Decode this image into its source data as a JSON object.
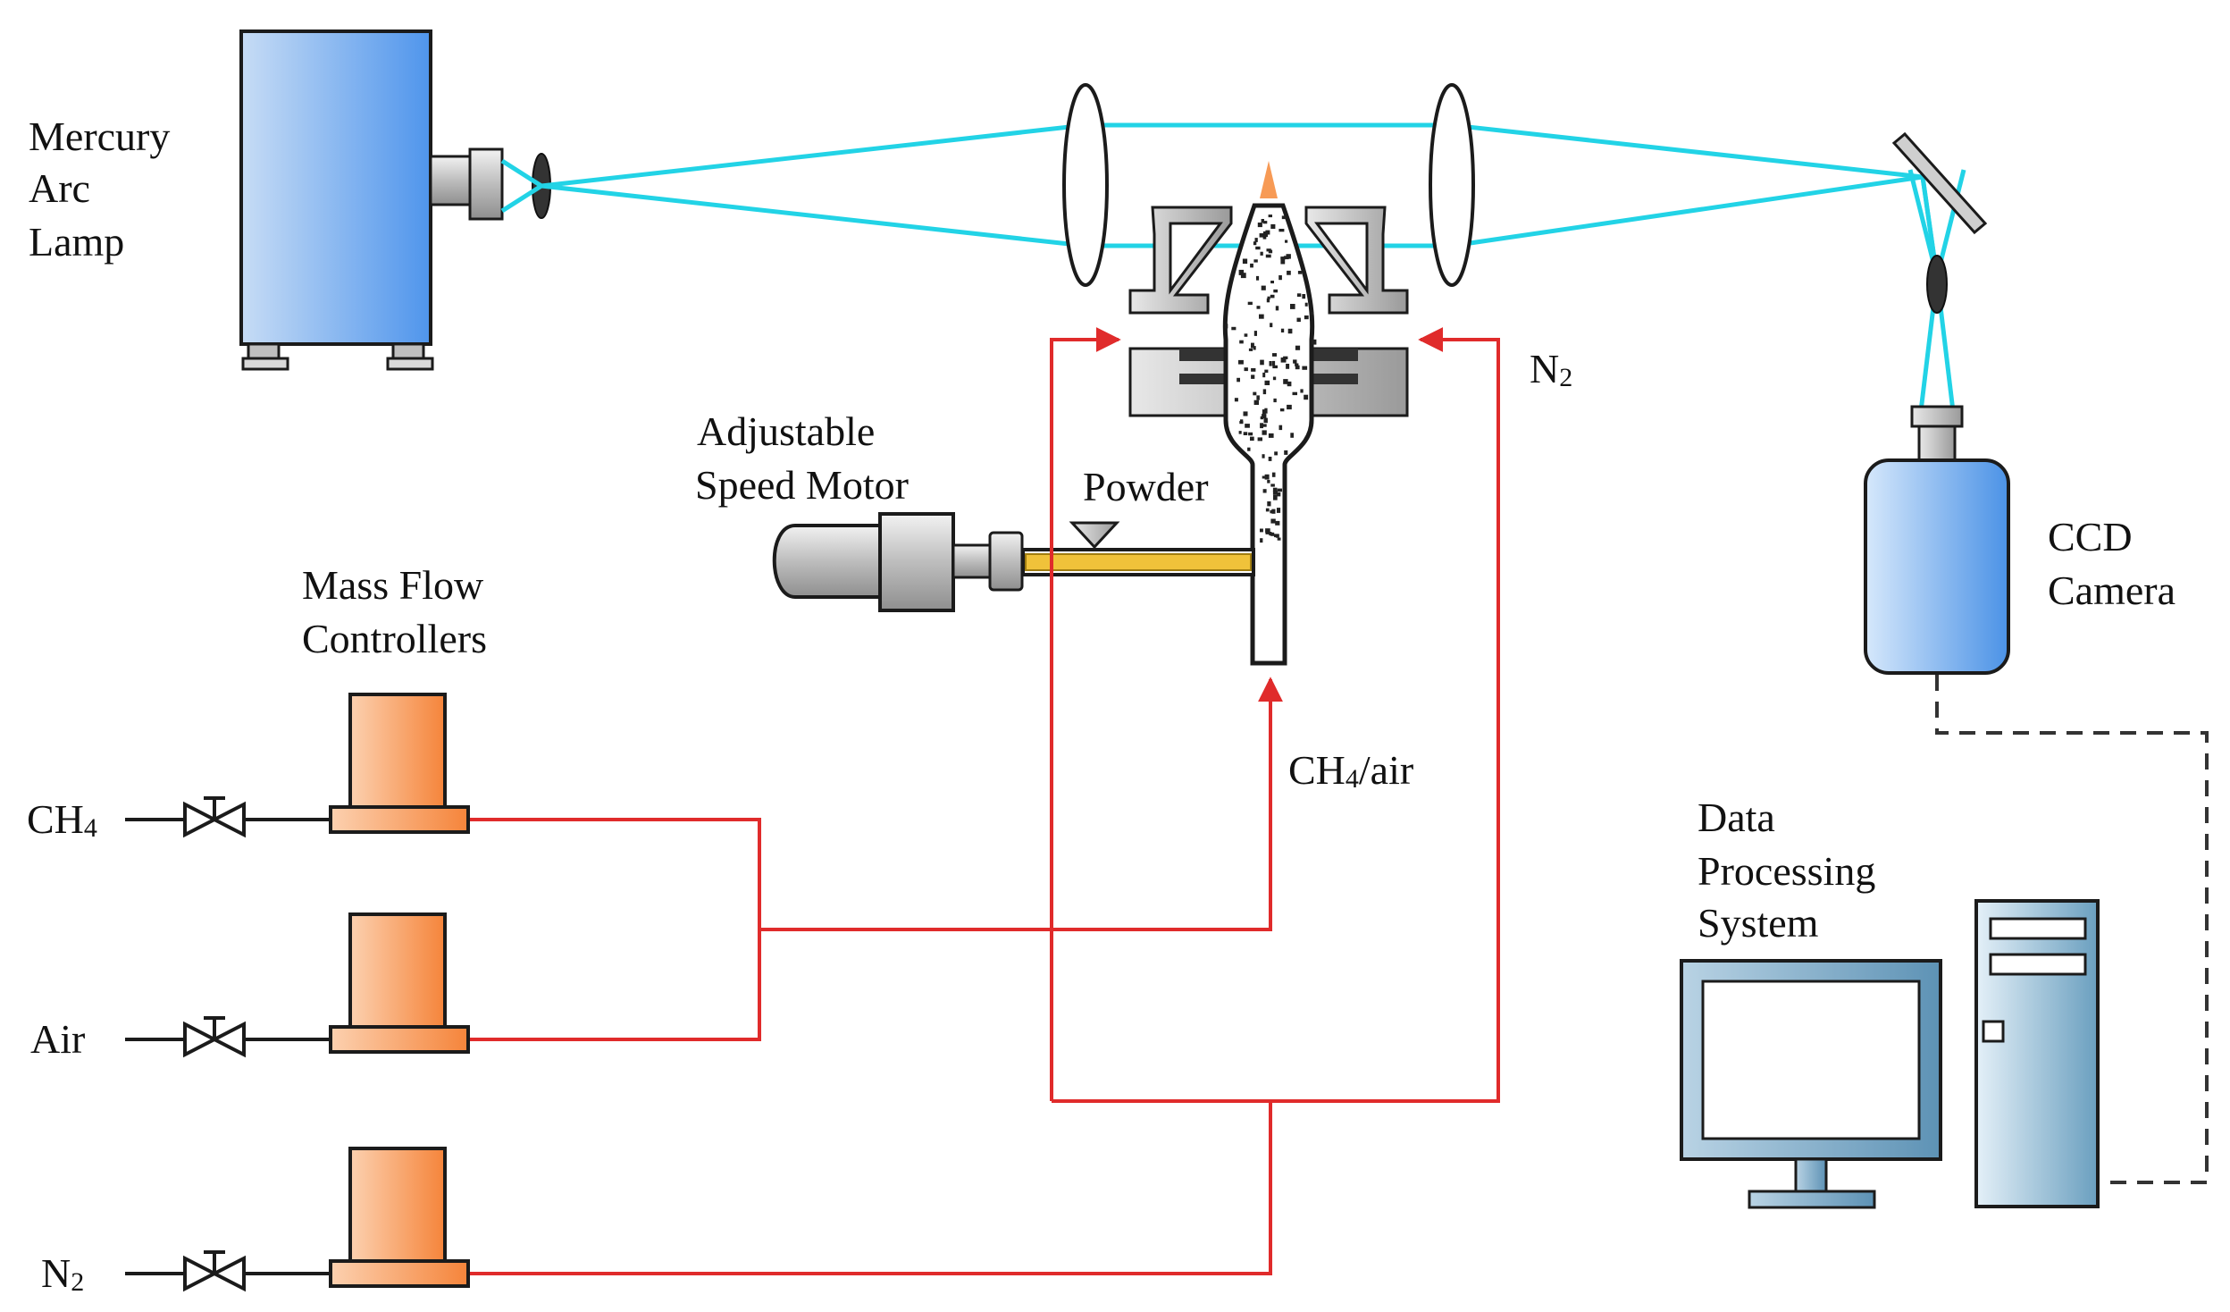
{
  "labels": {
    "lamp": [
      "Mercury",
      "Arc",
      "Lamp"
    ],
    "motor": [
      "Adjustable",
      "Speed Motor"
    ],
    "powder": "Powder",
    "mfc": [
      "Mass Flow",
      "Controllers"
    ],
    "ccd": [
      "CCD",
      "Camera"
    ],
    "dps": [
      "Data",
      "Processing",
      "System"
    ],
    "n2_burner": {
      "base": "N",
      "sub": "2"
    },
    "ch4air": {
      "base": "CH",
      "sub": "4",
      "rest": "/air"
    },
    "gas_ch4": {
      "base": "CH",
      "sub": "4"
    },
    "gas_air": "Air",
    "gas_n2": {
      "base": "N",
      "sub": "2"
    }
  },
  "colors": {
    "beam": "#22d3e6",
    "gas_line": "#e02b2b",
    "mfc": "#f79a55",
    "lamp": "#6aa9ee",
    "camera": "#7cb6f0",
    "computer": "#6fa3c2"
  }
}
